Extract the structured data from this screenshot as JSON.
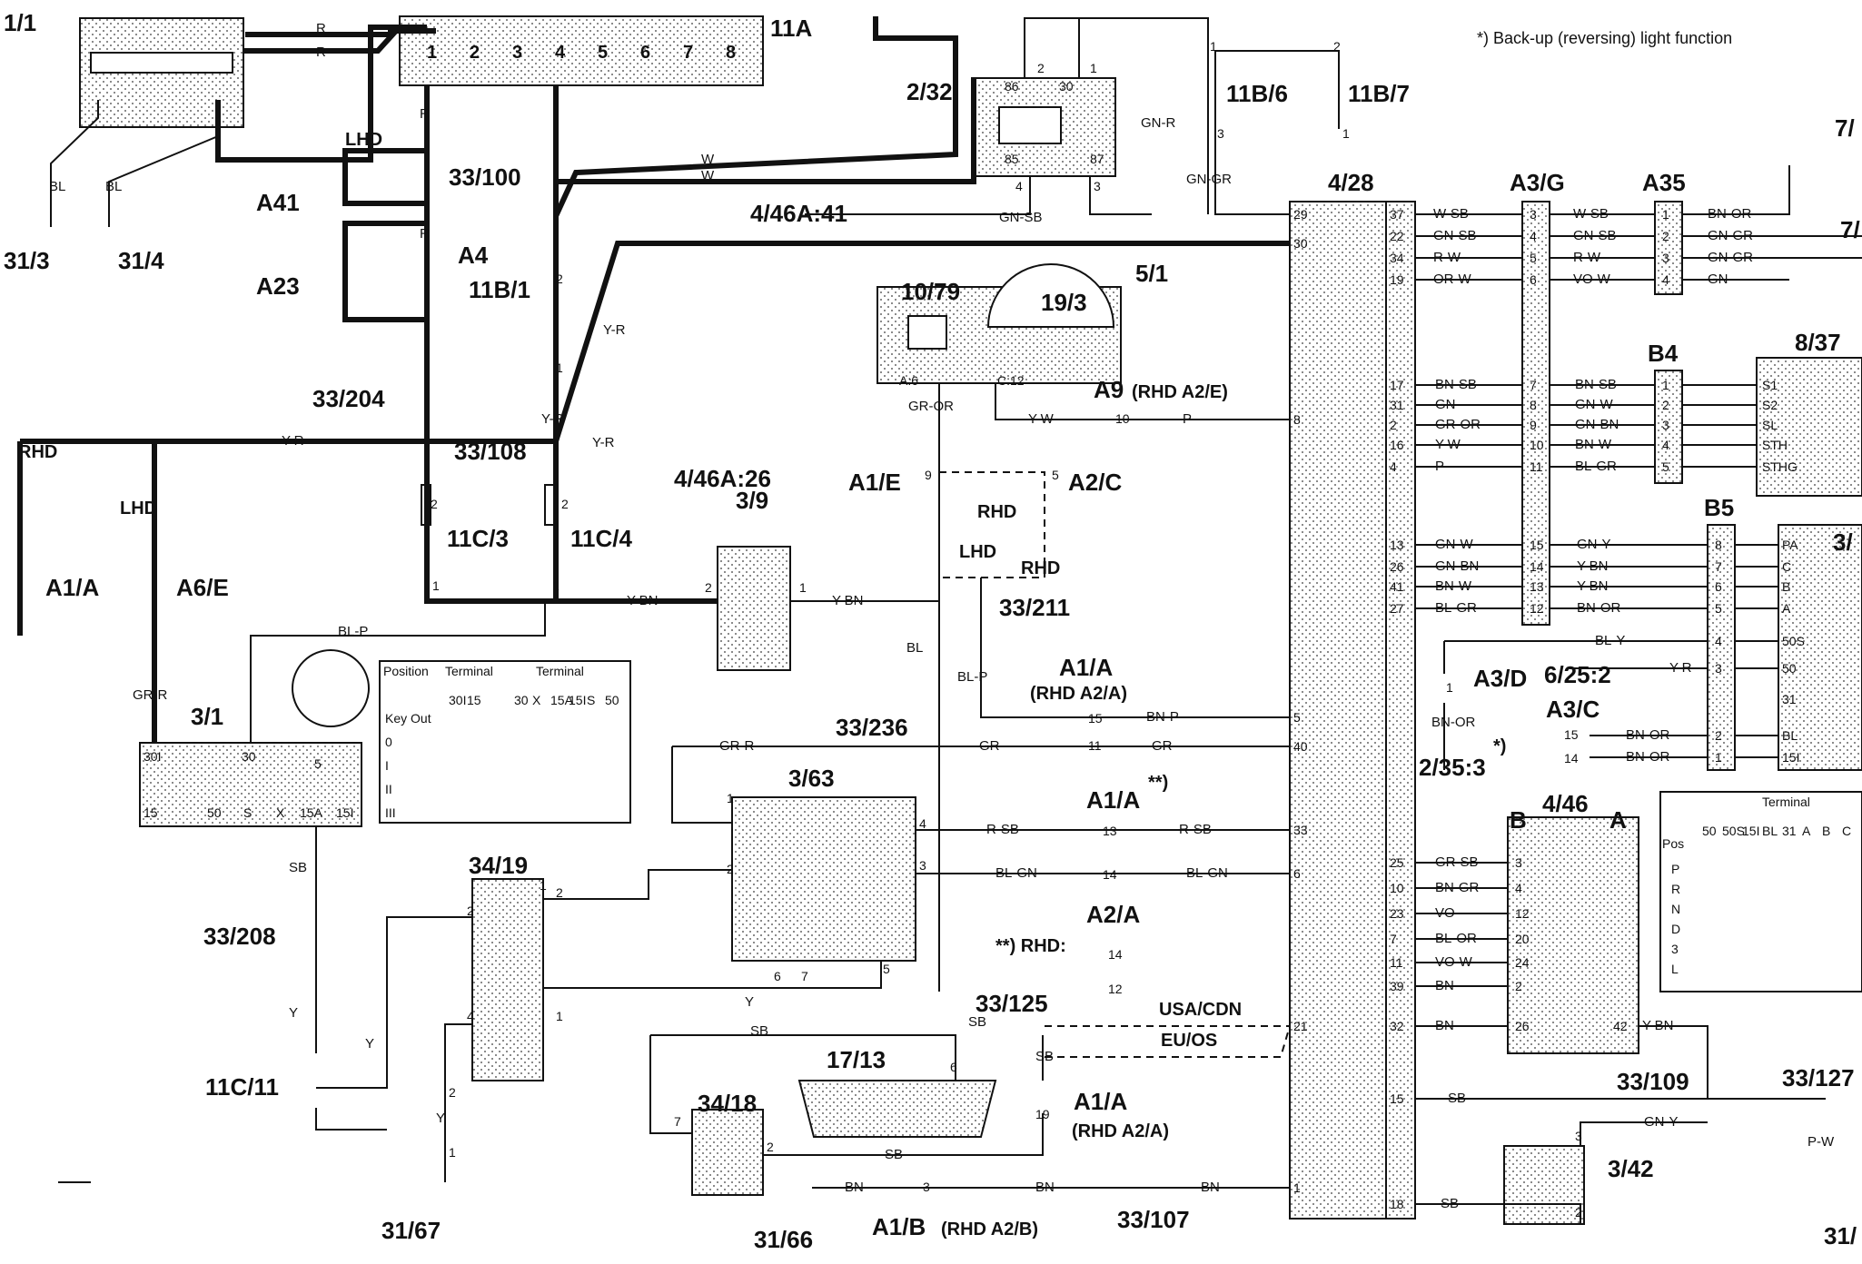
{
  "note": "*) Back-up (reversing) light function",
  "components": [
    {
      "id": "c_1_1",
      "label": "1/1"
    },
    {
      "id": "c_11A",
      "label": "11A"
    },
    {
      "id": "c_2_32",
      "label": "2/32"
    },
    {
      "id": "c_11B_6",
      "label": "11B/6"
    },
    {
      "id": "c_11B_7",
      "label": "11B/7"
    },
    {
      "id": "c_7a",
      "label": "7/"
    },
    {
      "id": "c_7b",
      "label": "7/"
    },
    {
      "id": "c_31_3",
      "label": "31/3"
    },
    {
      "id": "c_31_4",
      "label": "31/4"
    },
    {
      "id": "c_A41",
      "label": "A41"
    },
    {
      "id": "c_A4",
      "label": "A4"
    },
    {
      "id": "c_A23",
      "label": "A23"
    },
    {
      "id": "c_33_100",
      "label": "33/100"
    },
    {
      "id": "c_4_46A_41",
      "label": "4/46A:41"
    },
    {
      "id": "c_4_28",
      "label": "4/28"
    },
    {
      "id": "c_A3G",
      "label": "A3/G"
    },
    {
      "id": "c_A35",
      "label": "A35"
    },
    {
      "id": "c_11B_1",
      "label": "11B/1"
    },
    {
      "id": "c_5_1",
      "label": "5/1"
    },
    {
      "id": "c_10_79",
      "label": "10/79"
    },
    {
      "id": "c_19_3",
      "label": "19/3"
    },
    {
      "id": "c_8_37",
      "label": "8/37"
    },
    {
      "id": "c_B4",
      "label": "B4"
    },
    {
      "id": "c_33_204",
      "label": "33/204"
    },
    {
      "id": "c_A9",
      "label": "A9"
    },
    {
      "id": "c_A9_rhd",
      "label": "(RHD A2/E)"
    },
    {
      "id": "c_33_108",
      "label": "33/108"
    },
    {
      "id": "c_4_46A_26",
      "label": "4/46A:26"
    },
    {
      "id": "c_A1E",
      "label": "A1/E"
    },
    {
      "id": "c_A2C",
      "label": "A2/C"
    },
    {
      "id": "c_11C_3",
      "label": "11C/3"
    },
    {
      "id": "c_11C_4",
      "label": "11C/4"
    },
    {
      "id": "c_3_9",
      "label": "3/9"
    },
    {
      "id": "c_B5",
      "label": "B5"
    },
    {
      "id": "c_3x",
      "label": "3/"
    },
    {
      "id": "c_A1A_left",
      "label": "A1/A"
    },
    {
      "id": "c_A6E",
      "label": "A6/E"
    },
    {
      "id": "c_33_211",
      "label": "33/211"
    },
    {
      "id": "c_A1A_mid",
      "label": "A1/A"
    },
    {
      "id": "c_A1A_mid_rhd",
      "label": "(RHD A2/A)"
    },
    {
      "id": "c_3_1",
      "label": "3/1"
    },
    {
      "id": "c_A3D",
      "label": "A3/D"
    },
    {
      "id": "c_6_25_2",
      "label": "6/25:2"
    },
    {
      "id": "c_A3C",
      "label": "A3/C"
    },
    {
      "id": "c_33_236",
      "label": "33/236"
    },
    {
      "id": "c_2_35_3",
      "label": "2/35:3"
    },
    {
      "id": "c_3_63",
      "label": "3/63"
    },
    {
      "id": "c_A1A_2star",
      "label": "A1/A"
    },
    {
      "id": "c_4_46",
      "label": "4/46"
    },
    {
      "id": "c_B",
      "label": "B"
    },
    {
      "id": "c_A",
      "label": "A"
    },
    {
      "id": "c_34_19",
      "label": "34/19"
    },
    {
      "id": "c_33_208",
      "label": "33/208"
    },
    {
      "id": "c_A2A",
      "label": "A2/A"
    },
    {
      "id": "c_rhd_note",
      "label": "**) RHD:"
    },
    {
      "id": "c_33_125",
      "label": "33/125"
    },
    {
      "id": "c_33_109",
      "label": "33/109"
    },
    {
      "id": "c_33_127",
      "label": "33/127"
    },
    {
      "id": "c_17_13",
      "label": "17/13"
    },
    {
      "id": "c_34_18",
      "label": "34/18"
    },
    {
      "id": "c_A1A_bot",
      "label": "A1/A"
    },
    {
      "id": "c_A1A_bot_rhd",
      "label": "(RHD A2/A)"
    },
    {
      "id": "c_11C_11",
      "label": "11C/11"
    },
    {
      "id": "c_3_42",
      "label": "3/42"
    },
    {
      "id": "c_31_67",
      "label": "31/67"
    },
    {
      "id": "c_31_66",
      "label": "31/66"
    },
    {
      "id": "c_A1B",
      "label": "A1/B"
    },
    {
      "id": "c_A1B_rhd",
      "label": "(RHD A2/B)"
    },
    {
      "id": "c_33_107",
      "label": "33/107"
    },
    {
      "id": "c_31_5",
      "label": "31/"
    }
  ],
  "region_labels": [
    "LHD",
    "RHD",
    "LHD",
    "RHD",
    "LHD",
    "RHD",
    "USA/CDN",
    "EU/OS"
  ],
  "wire_colors": [
    "R",
    "R",
    "BL",
    "BL",
    "W",
    "W",
    "GN-R",
    "GN-GR",
    "GN-SB",
    "R",
    "R",
    "Y-R",
    "Y-R",
    "Y-R",
    "Y-R",
    "W-SB",
    "GN-SB",
    "R-W",
    "OR-W",
    "W-SB",
    "GN-SB",
    "R-W",
    "VO-W",
    "BN-OR",
    "GN-GR",
    "GN-GR",
    "GN",
    "GR-OR",
    "Y-W",
    "P",
    "BN-SB",
    "GN",
    "GR-OR",
    "Y-W",
    "P",
    "BN-SB",
    "GN-W",
    "GN-BN",
    "BN-W",
    "BL-GR",
    "GN-W",
    "GN-BN",
    "BN-W",
    "BL-GR",
    "GN-Y",
    "Y-BN",
    "Y-BN",
    "BN-OR",
    "Y-BN",
    "Y-BN",
    "BL-P",
    "BL",
    "BL-P",
    "BN-P",
    "BL-Y",
    "Y-R",
    "BN-OR",
    "BN-OR",
    "BN-OR",
    "GR-R",
    "GR-R",
    "GR",
    "GR",
    "R-SB",
    "R-SB",
    "BL-GN",
    "BL-GN",
    "SB",
    "Y",
    "Y",
    "Y",
    "Y",
    "SB",
    "SB",
    "SB",
    "SB",
    "BN",
    "BN",
    "BN",
    "SB",
    "Y-BN",
    "GN-Y",
    "P-W",
    "GR-SB",
    "BN-GR",
    "VO",
    "BL-OR",
    "VO-W",
    "BN",
    "BN",
    "SB"
  ],
  "pin_labels_4_28_left": [
    "29",
    "30",
    "8",
    "5",
    "40",
    "33",
    "6",
    "21",
    "1"
  ],
  "pin_labels_4_28_right": [
    "37",
    "22",
    "34",
    "19",
    "17",
    "31",
    "2",
    "16",
    "4",
    "13",
    "26",
    "41",
    "27",
    "25",
    "10",
    "23",
    "7",
    "11",
    "39",
    "32",
    "15",
    "18"
  ],
  "pin_labels_A3G": [
    "3",
    "4",
    "5",
    "6",
    "7",
    "8",
    "9",
    "10",
    "11",
    "15",
    "14",
    "13",
    "12"
  ],
  "pin_labels_A35": [
    "1",
    "2",
    "3",
    "4"
  ],
  "pin_labels_B4": [
    "1",
    "2",
    "3",
    "4",
    "5"
  ],
  "pin_labels_B5": [
    "8",
    "7",
    "6",
    "5",
    "4",
    "3",
    "2",
    "1"
  ],
  "pins_8_37": [
    "S1",
    "S2",
    "SL",
    "STH",
    "STHG"
  ],
  "pins_3x": [
    "PA",
    "C",
    "B",
    "A",
    "50S",
    "50",
    "31",
    "BL",
    "15I"
  ],
  "pins_4_46_B": [
    "3",
    "4",
    "12",
    "20",
    "24",
    "2",
    "26"
  ],
  "pin_4_46_A": "42",
  "pins_11A": [
    "1",
    "2",
    "3",
    "4",
    "5",
    "6",
    "7",
    "8"
  ],
  "relay_pins": [
    "86",
    "30",
    "85",
    "87",
    "2",
    "1",
    "4",
    "3"
  ],
  "switch_3_1_terms": [
    "30I",
    "30",
    "5",
    "15",
    "50",
    "S",
    "X",
    "15A",
    "15I"
  ],
  "ignition_table": {
    "header": [
      "Position",
      "Terminal",
      "Terminal"
    ],
    "sub1": [
      "30I",
      "15"
    ],
    "sub2": [
      "30",
      "X",
      "15A",
      "15I",
      "S",
      "50"
    ],
    "rows": [
      "Key Out",
      "0",
      "I",
      "II",
      "III"
    ]
  },
  "selector_table": {
    "header": "Terminal",
    "cols": [
      "50",
      "50S",
      "15I",
      "BL",
      "31",
      "A",
      "B",
      "C"
    ],
    "pos_label": "Pos",
    "rows": [
      "P",
      "R",
      "N",
      "D",
      "3",
      "L"
    ]
  },
  "misc_pins": [
    "A:6",
    "C:12",
    "10",
    "9",
    "5",
    "15",
    "11",
    "13",
    "14",
    "14",
    "12",
    "19",
    "3",
    "1",
    "15",
    "14",
    "1",
    "2",
    "3",
    "1",
    "2",
    "1",
    "2",
    "2",
    "1",
    "1",
    "2",
    "1",
    "2",
    "1",
    "1",
    "2",
    "6",
    "7",
    "5",
    "4",
    "3",
    "1",
    "2",
    "1",
    "2",
    "4",
    "6",
    "7",
    "2",
    "3",
    "2",
    "1"
  ],
  "star_markers": [
    "*)",
    "**)"
  ]
}
